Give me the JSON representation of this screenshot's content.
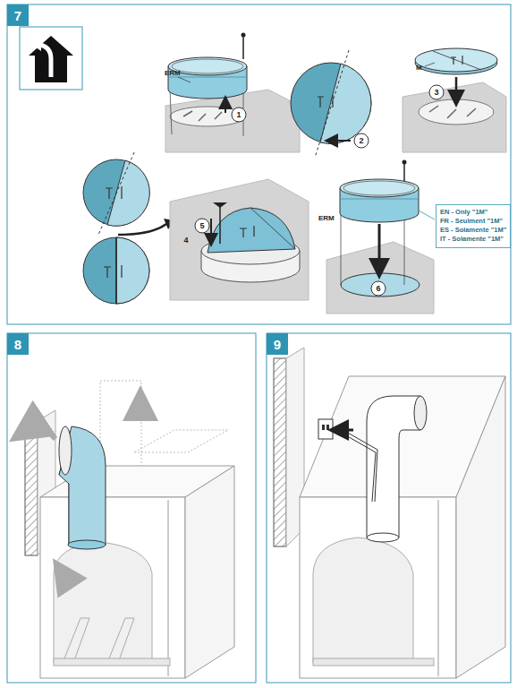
{
  "diagram": {
    "nodes": [
      {
        "text": [
          "7"
        ]
      },
      {
        "text": [
          "EN - Only \"1M\"",
          "FR - Seulment \"1M\"",
          "ES - Solamente \"1M\"",
          "IT - Solamente \"1M\""
        ]
      },
      {
        "text": [
          "8"
        ]
      },
      {
        "text": [
          "9"
        ]
      }
    ],
    "labels": [
      "ERM",
      "1",
      "2",
      "M",
      "3",
      "4",
      "5",
      "ERM",
      "6"
    ]
  }
}
